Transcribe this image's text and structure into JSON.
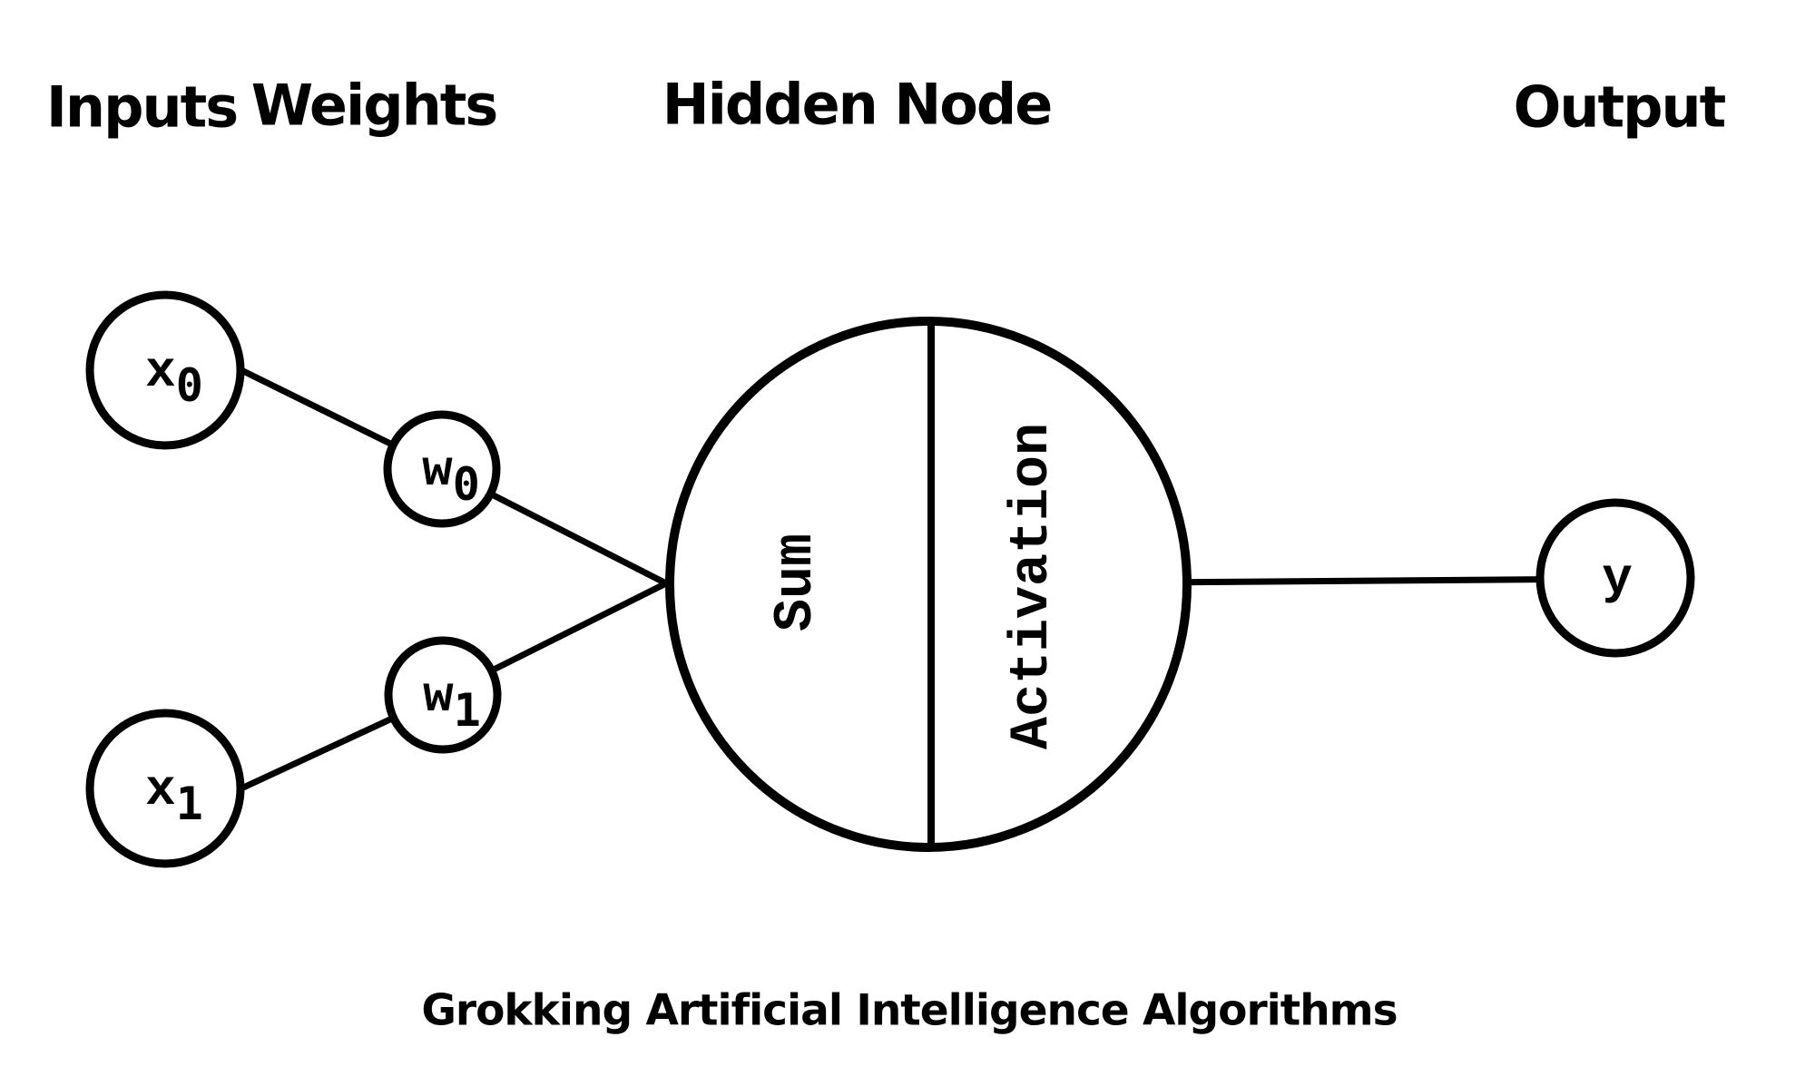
{
  "colors": {
    "ink": "#000000",
    "background": "#ffffff"
  },
  "headers": {
    "inputs": "Inputs",
    "weights": "Weights",
    "hidden_node": "Hidden Node",
    "output": "Output"
  },
  "nodes": {
    "x0": {
      "base": "x",
      "sub": "0"
    },
    "x1": {
      "base": "x",
      "sub": "1"
    },
    "w0": {
      "base": "w",
      "sub": "0"
    },
    "w1": {
      "base": "w",
      "sub": "1"
    },
    "hidden": {
      "sum_label": "Sum",
      "activation_label": "Activation"
    },
    "y": {
      "label": "y"
    }
  },
  "caption": "Grokking Artificial Intelligence Algorithms"
}
